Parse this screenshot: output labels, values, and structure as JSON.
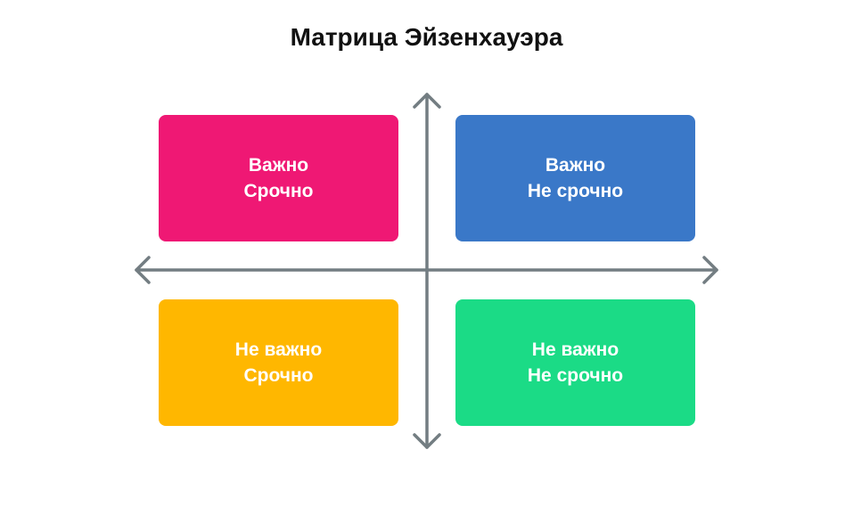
{
  "title": "Матрица Эйзенхауэра",
  "axis_color": "#737D82",
  "quadrants": [
    {
      "line1": "Важно",
      "line2": "Срочно",
      "color": "#EF1874"
    },
    {
      "line1": "Важно",
      "line2": "Не срочно",
      "color": "#3A78C8"
    },
    {
      "line1": "Не важно",
      "line2": "Срочно",
      "color": "#FFB700"
    },
    {
      "line1": "Не важно",
      "line2": "Не срочно",
      "color": "#1BDB86"
    }
  ]
}
